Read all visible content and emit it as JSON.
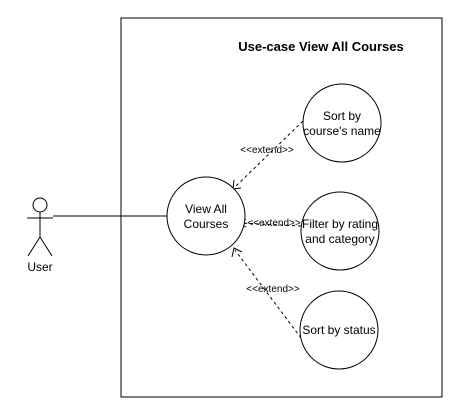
{
  "system": {
    "title": "Use-case View All Courses"
  },
  "actor": {
    "name": "User"
  },
  "use_cases": {
    "main": {
      "line1": "View All",
      "line2": "Courses"
    },
    "sort_name": {
      "line1": "Sort by",
      "line2": "course's name"
    },
    "filter": {
      "line1": "Filter by rating",
      "line2": "and category"
    },
    "sort_status": {
      "line1": "Sort by status"
    }
  },
  "relations": {
    "extend_sort_name": "<<extend>>",
    "extend_filter": "<<extend>>",
    "extend_sort_status": "<<extend>>"
  }
}
